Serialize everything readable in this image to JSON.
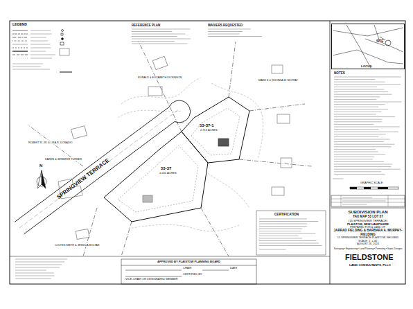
{
  "diagram": {
    "nodes": [
      {
        "text": [
          "SUBDIVISION PLAN",
          "TAX MAP 53 LOT 37",
          "(15 SPRINGVIEW TERRACE)",
          "PLAISTOW, NEW HAMPSHIRE",
          "PREPARED FOR & LAND OF:",
          "JARRAD FIELDING & BARBARA A. MURPHY-FIELDING",
          "15 SPRINGVIEW TERRACE PLAISTOW, NH 03865",
          "SCALE: 1\" = 40'",
          "AUGUST 26, 2024"
        ]
      },
      {
        "text": [
          "Surveying • Engineering • Land Planning • Permitting • Septic Designs",
          "FIELDSTONE",
          "LAND CONSULTANTS, PLLC"
        ]
      },
      {
        "text": [
          "APPROVED BY PLAISTOW PLANNING BOARD",
          "CHAIR",
          "DATE",
          "CERTIFIED BY",
          "VICE-CHAIR OR DESIGNATED MEMBER"
        ]
      },
      {
        "text": [
          "SITE",
          "LOCUS"
        ]
      }
    ],
    "labels": [
      "LEGEND",
      "REFERENCE PLAN",
      "WAIVERS REQUESTED",
      "NOTES",
      "CERTIFICATION",
      "GRAPHIC SCALE",
      "SPRINGVIEW TERRACE",
      "53-37-1",
      "2.713 ACRES",
      "53-37",
      "1.000 ACRES",
      "RONALD & ELIZABETH DICKINSON",
      "MARK E & RHONDA M. MOFFAT",
      "ROBERT R. JR. & LISA R. DONADIO",
      "KAREN & JENNIFER TURNER",
      "COLTEN SMITH & JESSICA MOLTAR",
      "N"
    ]
  }
}
